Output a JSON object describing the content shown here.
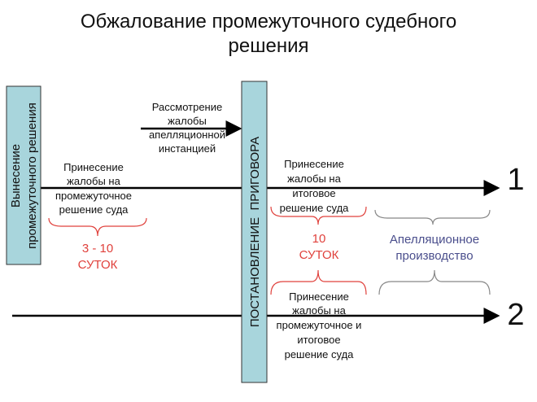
{
  "title": {
    "line1": "Обжалование промежуточного судебного",
    "line2": "решения"
  },
  "left_box": {
    "line1": "Вынесение",
    "line2": "промежуточного решения"
  },
  "middle_box": {
    "label": "ПОСТАНОВЛЕНИЕ  ПРИГОВОРА"
  },
  "review": {
    "lines": [
      "Рассмотрение",
      "жалобы",
      "апелляционной",
      "инстанцией"
    ]
  },
  "interim_appeal": {
    "lines": [
      "Принесение",
      "жалобы на",
      "промежуточное",
      "решение суда"
    ]
  },
  "interim_term": {
    "line1": "3 - 10",
    "line2": "СУТОК"
  },
  "final_appeal": {
    "lines": [
      "Принесение",
      "жалобы на",
      "итоговое",
      "решение суда"
    ]
  },
  "final_term": {
    "line1": "10",
    "line2": "СУТОК"
  },
  "appellate": {
    "line1": "Апелляционное",
    "line2": "производство"
  },
  "both_appeal": {
    "lines": [
      "Принесение",
      "жалобы на",
      "промежуточное и",
      "итоговое",
      "решение суда"
    ]
  },
  "path_labels": {
    "one": "1",
    "two": "2"
  },
  "colors": {
    "box_fill": "#a8d5dc",
    "red": "#e0413c",
    "blue": "#4a4e8c",
    "gray_brace": "#888888"
  }
}
